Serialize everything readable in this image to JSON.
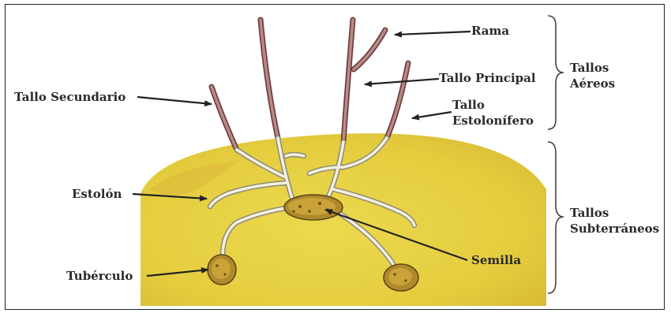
{
  "labels": {
    "rama": "Rama",
    "tallo_principal": "Tallo Principal",
    "tallo_estolonifero_1": "Tallo",
    "tallo_estolonifero_2": "Estolonífero",
    "tallo_secundario": "Tallo Secundario",
    "estolon": "Estolón",
    "semilla": "Semilla",
    "tuberculo": "Tubérculo",
    "tallos_aereos_1": "Tallos",
    "tallos_aereos_2": "Aéreos",
    "tallos_subterraneos_1": "Tallos",
    "tallos_subterraneos_2": "Subterráneos"
  },
  "colors": {
    "soil": "#e4cc3e",
    "aerial_stem": "#b98a86",
    "underground_stem": "#f4f0dc",
    "tuber": "#c9a33a"
  }
}
